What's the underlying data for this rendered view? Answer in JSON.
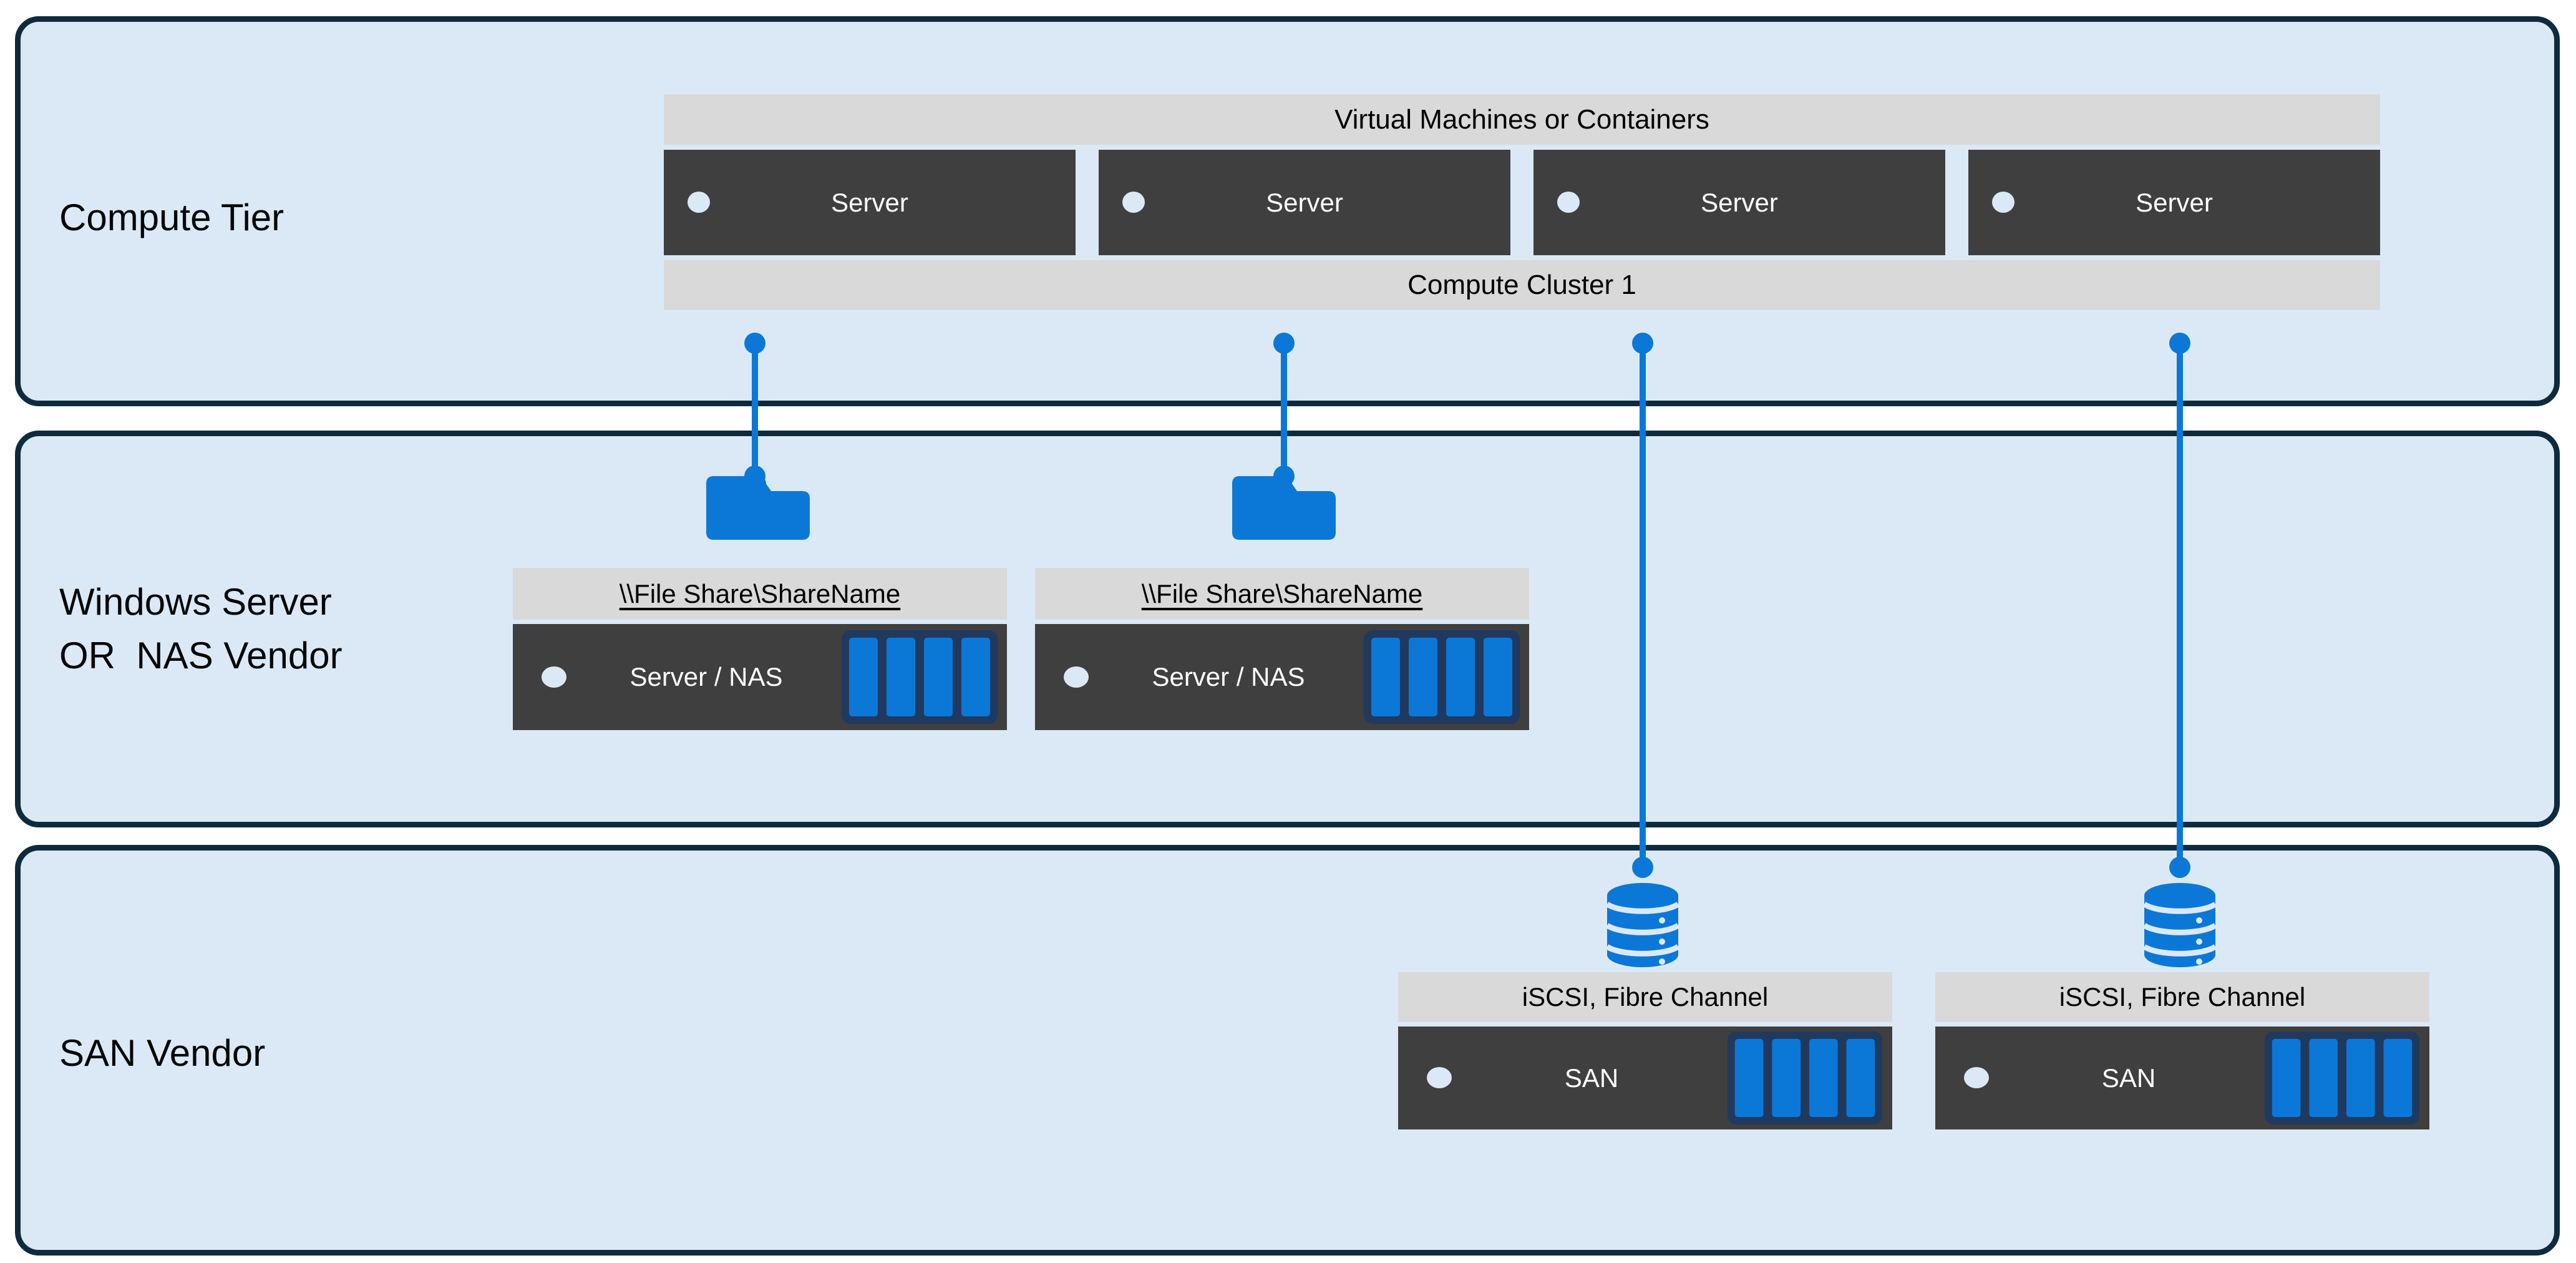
{
  "colors": {
    "accent_blue": "#0b78d7",
    "tier_fill": "#dbe9f7",
    "tier_border": "#0d2b3d",
    "header_bar_gray": "#d9d9d9",
    "device_box_dark": "#3f3f3f",
    "disk_frame_navy": "#20395f",
    "text_dark": "#000000",
    "text_light": "#ffffff"
  },
  "tiers": [
    {
      "label": "Compute Tier"
    },
    {
      "label_line1": "Windows Server",
      "label_line2": "OR  NAS Vendor"
    },
    {
      "label": "SAN Vendor"
    }
  ],
  "compute": {
    "vm_bar_label": "Virtual Machines or Containers",
    "cluster_bar_label": "Compute Cluster 1",
    "servers": [
      "Server",
      "Server",
      "Server",
      "Server"
    ]
  },
  "nas_groups": [
    {
      "share_path": "\\\\File Share\\ShareName",
      "device_label": "Server / NAS"
    },
    {
      "share_path": "\\\\File Share\\ShareName",
      "device_label": "Server / NAS"
    }
  ],
  "san_groups": [
    {
      "protocol_label": "iSCSI, Fibre Channel",
      "device_label": "SAN"
    },
    {
      "protocol_label": "iSCSI, Fibre Channel",
      "device_label": "SAN"
    }
  ]
}
